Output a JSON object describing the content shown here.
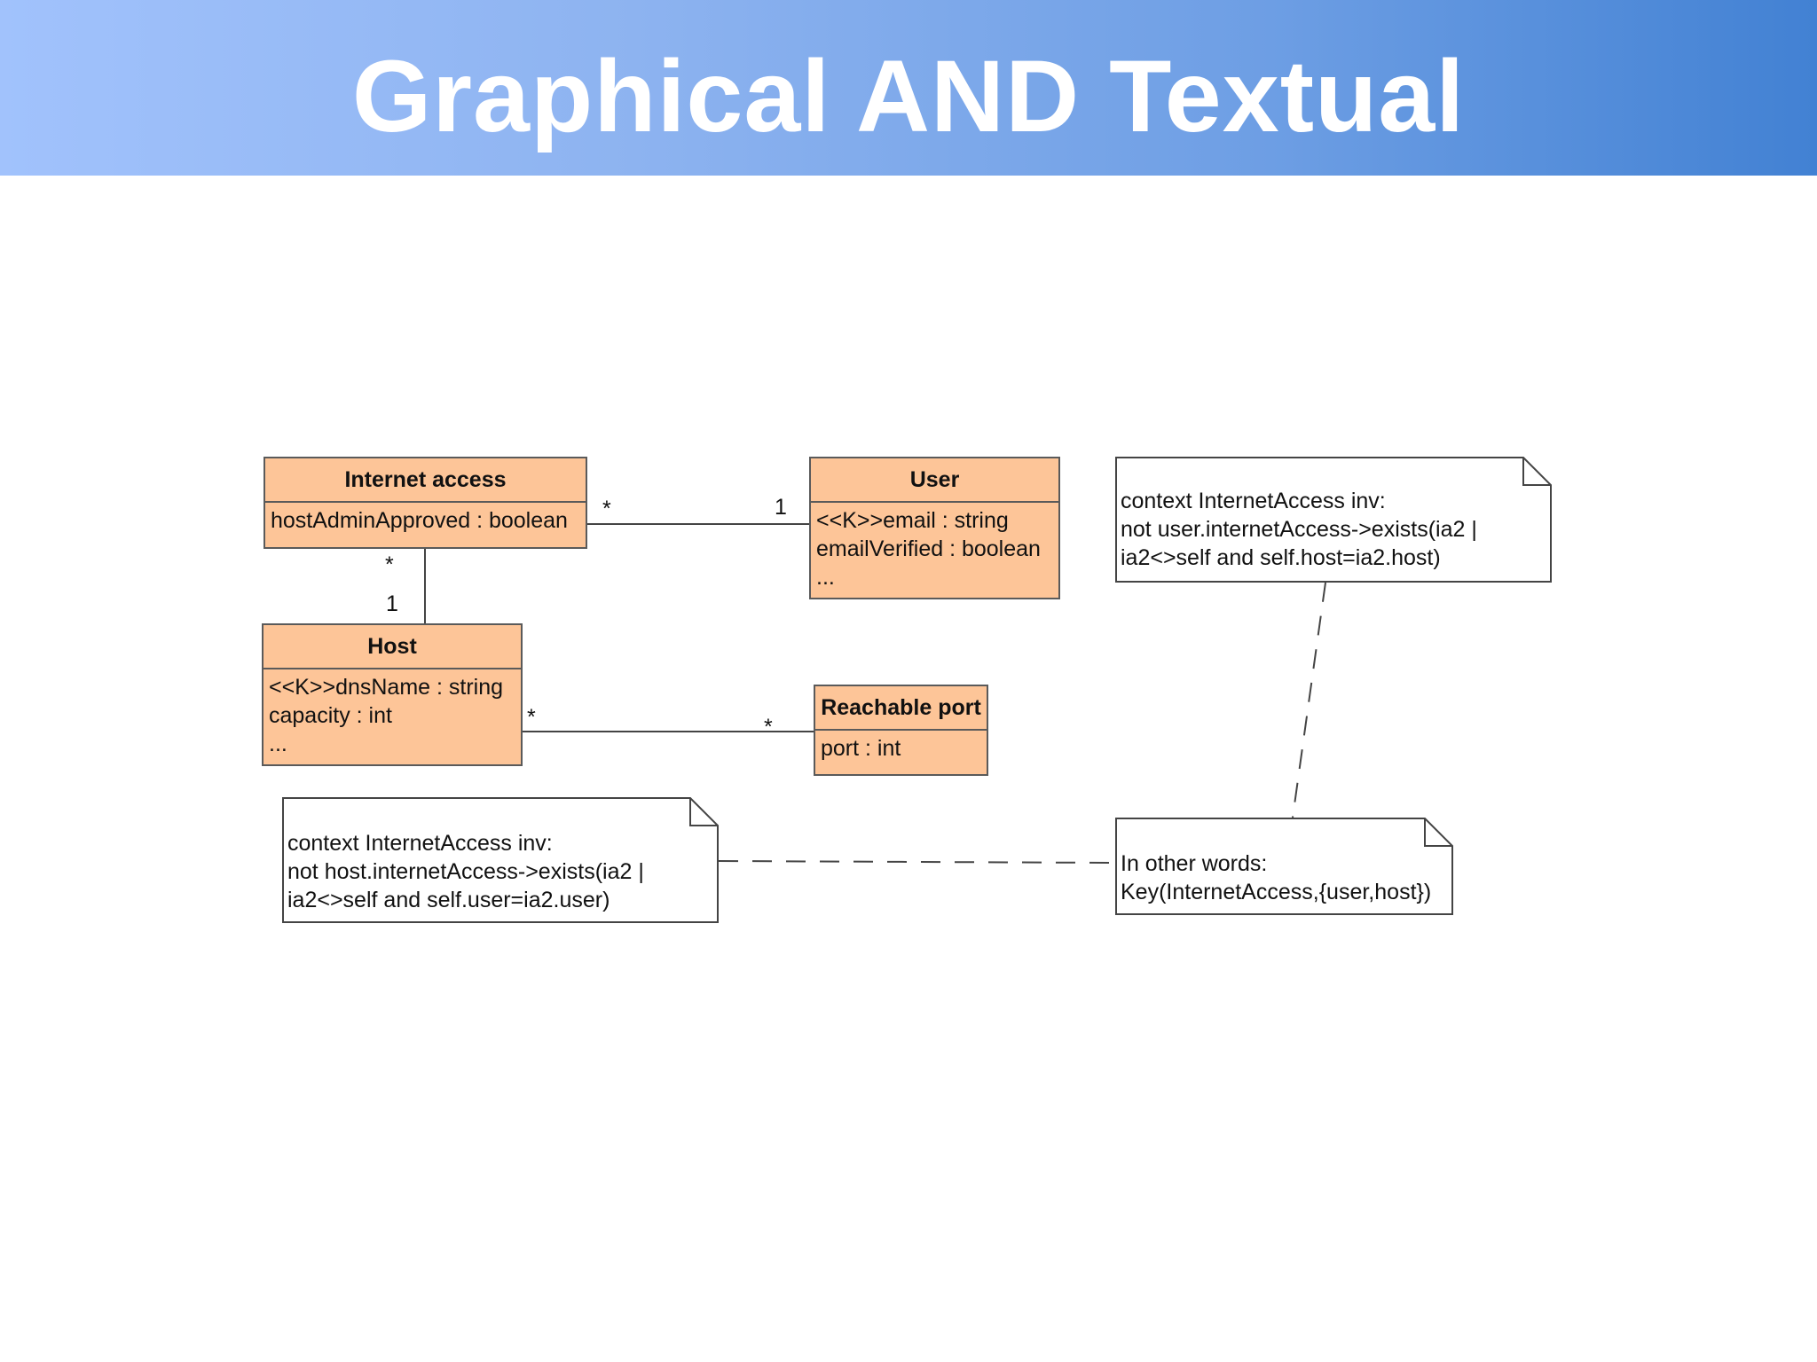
{
  "slide": {
    "title": "Graphical AND Textual"
  },
  "classes": {
    "internet_access": {
      "name": "Internet access",
      "attributes": [
        "hostAdminApproved : boolean"
      ]
    },
    "user": {
      "name": "User",
      "attributes": [
        "<<K>>email : string",
        "emailVerified : boolean",
        "..."
      ]
    },
    "host": {
      "name": "Host",
      "attributes": [
        "<<K>>dnsName : string",
        "capacity : int",
        "..."
      ]
    },
    "reachable_port": {
      "name": "Reachable port",
      "attributes": [
        "port : int"
      ]
    }
  },
  "multiplicities": {
    "ia_user_ia_end": "*",
    "ia_user_user_end": "1",
    "ia_host_ia_end": "*",
    "ia_host_host_end": "1",
    "host_port_host_end": "*",
    "host_port_port_end": "*"
  },
  "notes": {
    "user_constraint": [
      "context InternetAccess inv:",
      "not user.internetAccess->exists(ia2 |",
      "ia2<>self and self.host=ia2.host)"
    ],
    "host_constraint": [
      "context InternetAccess inv:",
      "not host.internetAccess->exists(ia2 |",
      "ia2<>self and self.user=ia2.user)"
    ],
    "summary": [
      "In other words:",
      "Key(InternetAccess,{user,host})"
    ]
  }
}
